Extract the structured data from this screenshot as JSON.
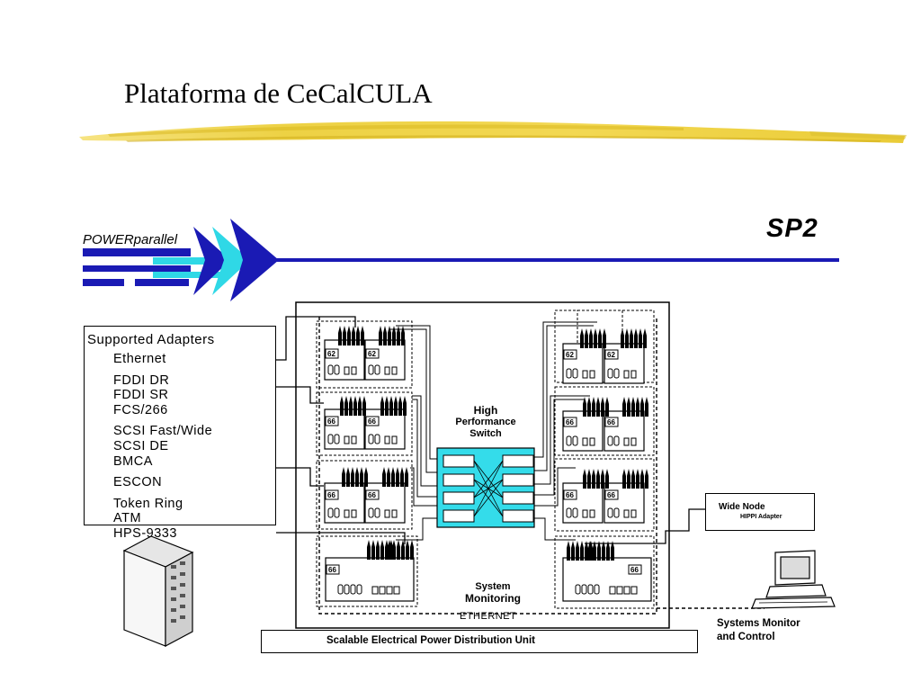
{
  "slide": {
    "title": "Plataforma de CeCalCULA"
  },
  "header": {
    "brand": "POWERparallel",
    "product": "SP2"
  },
  "adapters": {
    "title": "Supported Adapters",
    "groups": [
      [
        "Ethernet"
      ],
      [
        "FDDI DR",
        "FDDI SR",
        "FCS/266"
      ],
      [
        "SCSI Fast/Wide",
        "SCSI DE",
        "BMCA"
      ],
      [
        "ESCON"
      ],
      [
        "Token Ring",
        "ATM",
        "HPS-9333"
      ]
    ]
  },
  "switch": {
    "line1": "High",
    "line2": "Performance",
    "line3": "Switch"
  },
  "monitoring": {
    "line1": "System",
    "line2": "Monitoring",
    "network": "ETHERNET"
  },
  "wide_node": {
    "title": "Wide Node",
    "subtitle": "HIPPI Adapter"
  },
  "monitor": {
    "line1": "Systems Monitor",
    "line2": "and Control"
  },
  "power": {
    "label": "Scalable Electrical Power Distribution Unit"
  },
  "node_badges": {
    "top": "62",
    "mid": "66"
  },
  "colors": {
    "brand_blue": "#1a1ab4",
    "accent_cyan": "#2fd8e6",
    "switch_cyan": "#34dcea",
    "highlighter": "#f0d23c"
  }
}
